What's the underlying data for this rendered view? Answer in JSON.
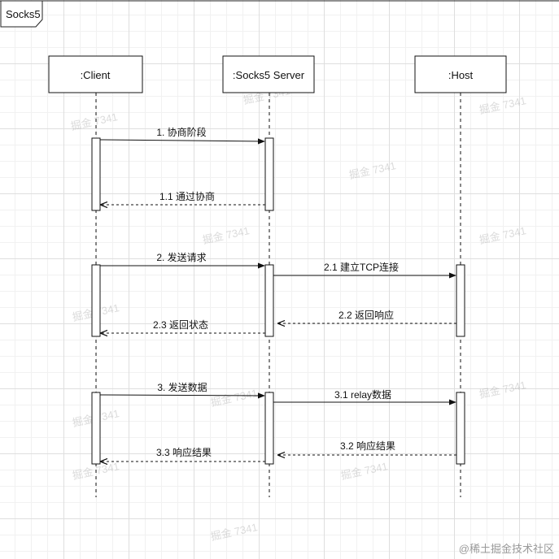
{
  "frame": {
    "label": "Socks5"
  },
  "participants": [
    {
      "id": "client",
      "label": ":Client"
    },
    {
      "id": "server",
      "label": ":Socks5 Server"
    },
    {
      "id": "host",
      "label": ":Host"
    }
  ],
  "messages": [
    {
      "id": "m1",
      "label": "1. 协商阶段",
      "from": "client",
      "to": "server",
      "kind": "sync"
    },
    {
      "id": "m11",
      "label": "1.1 通过协商",
      "from": "server",
      "to": "client",
      "kind": "reply"
    },
    {
      "id": "m2",
      "label": "2. 发送请求",
      "from": "client",
      "to": "server",
      "kind": "sync"
    },
    {
      "id": "m21",
      "label": "2.1 建立TCP连接",
      "from": "server",
      "to": "host",
      "kind": "sync"
    },
    {
      "id": "m22",
      "label": "2.2 返回响应",
      "from": "host",
      "to": "server",
      "kind": "reply"
    },
    {
      "id": "m23",
      "label": "2.3 返回状态",
      "from": "server",
      "to": "client",
      "kind": "reply"
    },
    {
      "id": "m3",
      "label": "3. 发送数据",
      "from": "client",
      "to": "server",
      "kind": "sync"
    },
    {
      "id": "m31",
      "label": "3.1 relay数据",
      "from": "server",
      "to": "host",
      "kind": "sync"
    },
    {
      "id": "m32",
      "label": "3.2 响应结果",
      "from": "host",
      "to": "server",
      "kind": "reply"
    },
    {
      "id": "m33",
      "label": "3.3 响应结果",
      "from": "server",
      "to": "client",
      "kind": "reply"
    }
  ],
  "credit": "@稀土掘金技术社区"
}
